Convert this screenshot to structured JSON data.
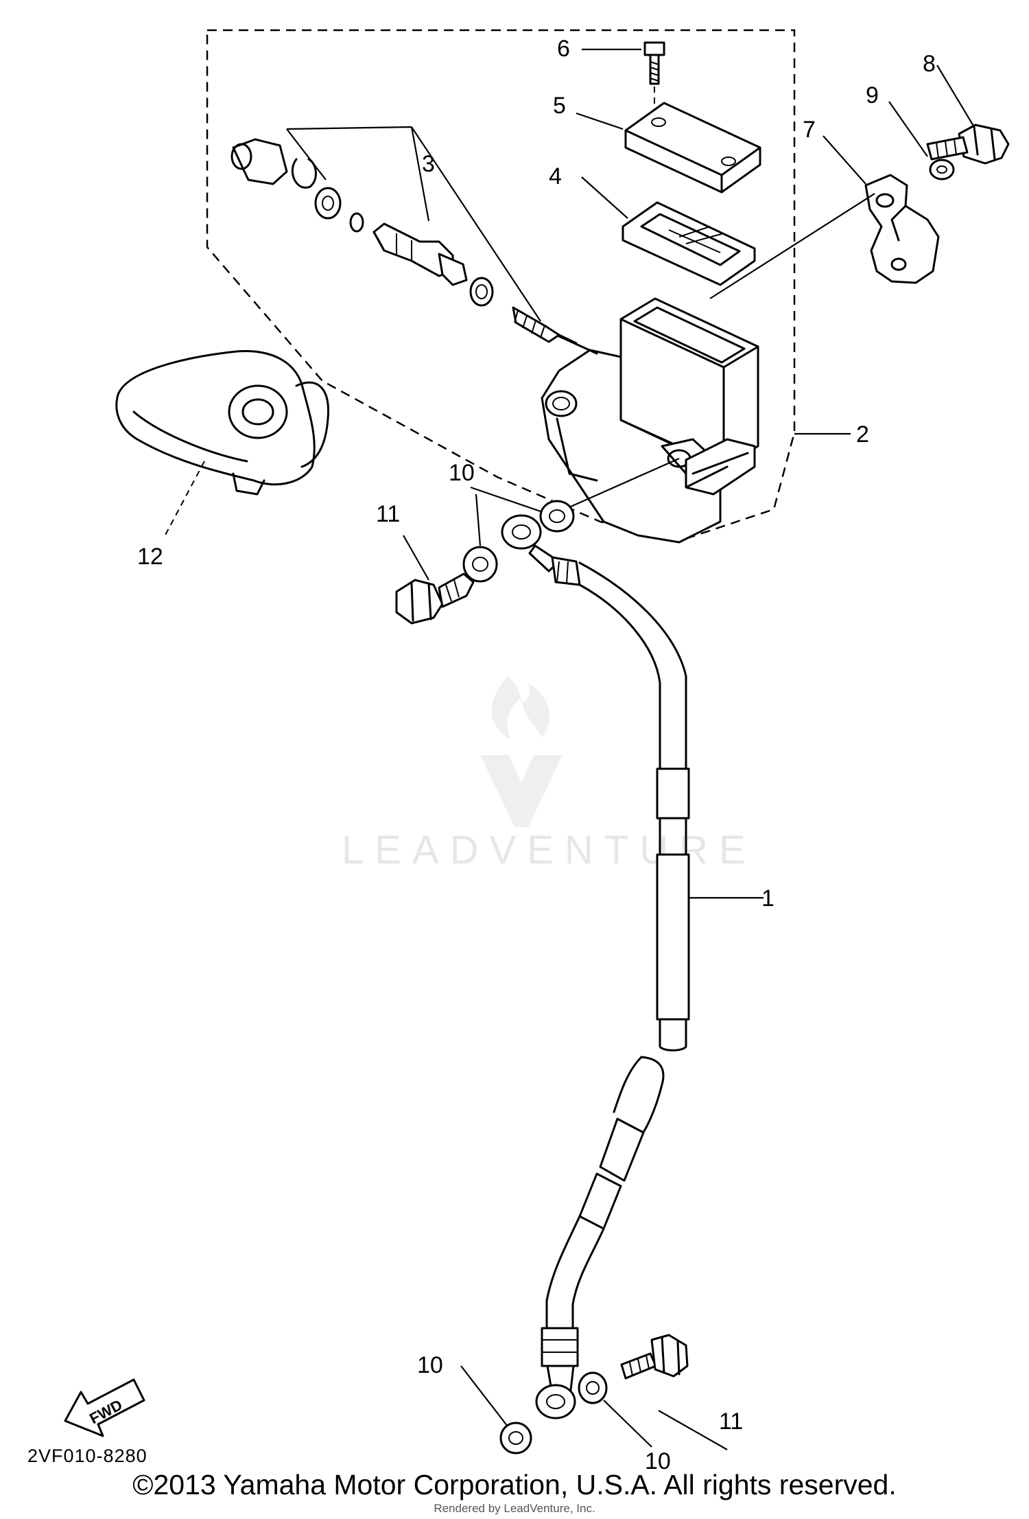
{
  "diagram": {
    "part_numbers": [
      "1",
      "2",
      "3",
      "4",
      "5",
      "6",
      "7",
      "8",
      "9",
      "10",
      "11",
      "12"
    ],
    "callouts": {
      "p1": "1",
      "p2": "2",
      "p3": "3",
      "p4": "4",
      "p5": "5",
      "p6": "6",
      "p7": "7",
      "p8": "8",
      "p9": "9",
      "p10_top": "10",
      "p10_bottom_left": "10",
      "p10_bottom_right": "10",
      "p11_top": "11",
      "p11_bottom": "11",
      "p12": "12"
    },
    "fwd_label": "FWD",
    "diagram_code": "2VF010-8280",
    "watermark_text": "LEADVENTURE"
  },
  "footer": {
    "copyright": "©2013 Yamaha Motor Corporation, U.S.A. All rights reserved.",
    "rendered_by": "Rendered by LeadVenture, Inc."
  },
  "icons": {
    "fwd_arrow": "fwd-arrow-icon",
    "watermark_logo": "leadventure-logo-icon"
  }
}
